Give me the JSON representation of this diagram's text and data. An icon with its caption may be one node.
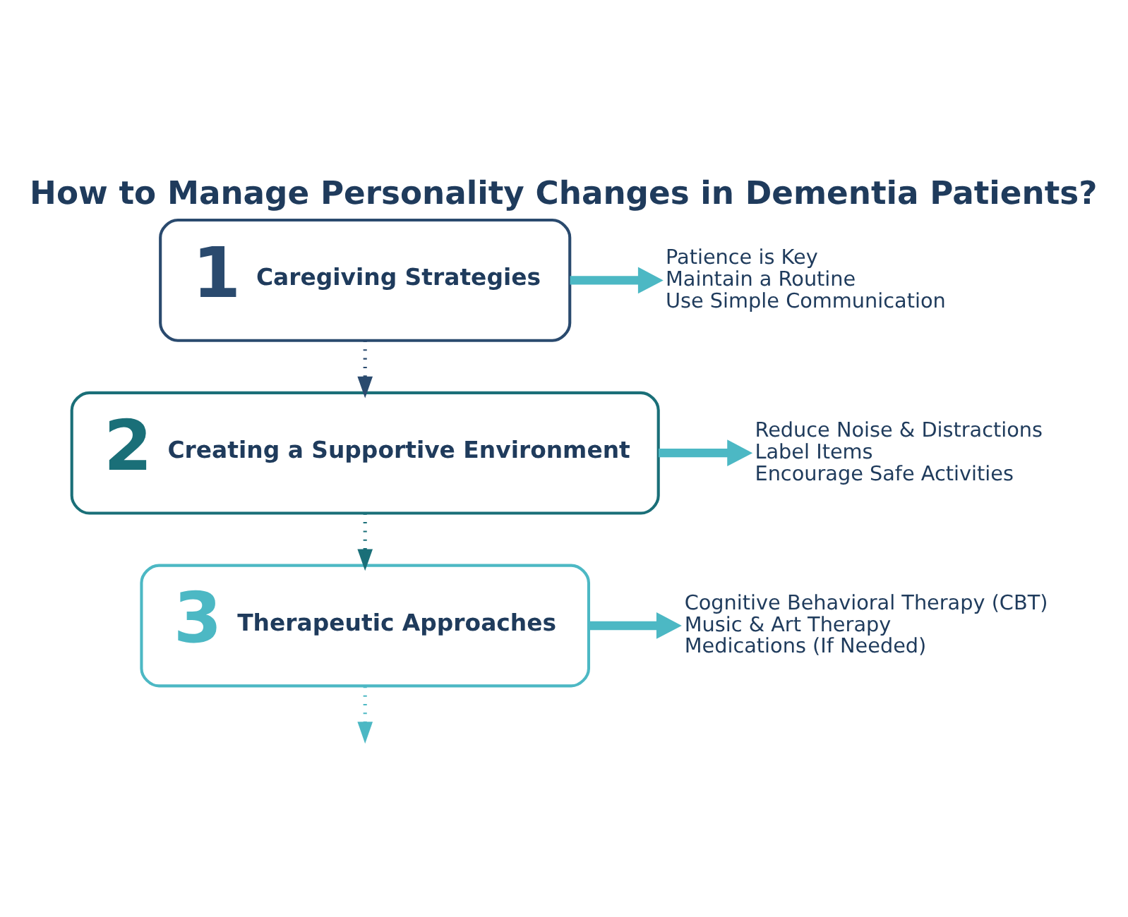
{
  "diagram": {
    "title": "How to Manage Personality Changes in Dementia Patients?",
    "nodes": [
      {
        "text": [
          "1",
          "Caregiving Strategies"
        ]
      },
      {
        "text": [
          "Patience is Key",
          "Maintain a Routine",
          "Use Simple Communication"
        ]
      },
      {
        "text": [
          "2",
          "Creating a Supportive Environment"
        ]
      },
      {
        "text": [
          "Reduce Noise & Distractions",
          "Label Items",
          "Encourage Safe Activities"
        ]
      },
      {
        "text": [
          "3",
          "Therapeutic Approaches"
        ]
      },
      {
        "text": [
          "Cognitive Behavioral Therapy (CBT)",
          "Music & Art Therapy",
          "Medications (If Needed)"
        ]
      }
    ],
    "edges": [
      {
        "from": 0,
        "to": 1,
        "arrow": "to",
        "style": "thick"
      },
      {
        "from": 0,
        "to": 2,
        "arrow": "to",
        "style": "dashed",
        "color": "#2a4a6e"
      },
      {
        "from": 2,
        "to": 3,
        "arrow": "to",
        "style": "thick"
      },
      {
        "from": 2,
        "to": 4,
        "arrow": "to",
        "style": "dashed",
        "color": "#1a6f78"
      },
      {
        "from": 4,
        "to": 5,
        "arrow": "to",
        "style": "thick"
      },
      {
        "from": 4,
        "to": null,
        "arrow": "to",
        "style": "dashed",
        "color": "#4cb8c4"
      }
    ]
  }
}
